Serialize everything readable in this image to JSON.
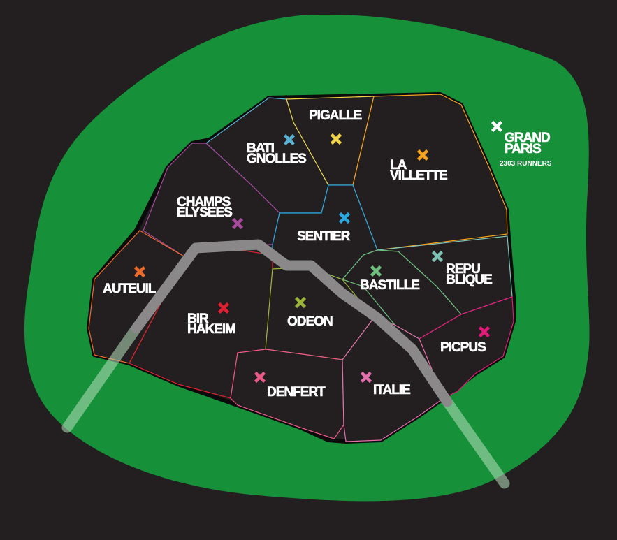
{
  "map": {
    "colors": {
      "background": "#231f20",
      "ring": "#169139",
      "city": "#231f20",
      "road": "#8a8889",
      "road_light": "#b9e0c0",
      "text": "#ffffff"
    },
    "grand_paris": {
      "name_line1": "GRAND",
      "name_line2": "PARIS",
      "runners": "2303 RUNNERS",
      "marker_color": "#ffffff",
      "icon": "x-marker-icon"
    },
    "districts": [
      {
        "id": "batignolles",
        "line1": "BATI",
        "line2": "GNOLLES",
        "color": "#5bb4d6",
        "icon": "x-marker-icon"
      },
      {
        "id": "pigalle",
        "line1": "PIGALLE",
        "line2": "",
        "color": "#f0d44a",
        "icon": "x-marker-icon"
      },
      {
        "id": "la-villette",
        "line1": "LA",
        "line2": "VILLETTE",
        "color": "#f5a21d",
        "icon": "x-marker-icon"
      },
      {
        "id": "champs-elysees",
        "line1": "CHAMPS",
        "line2": "ELYSEES",
        "color": "#a64a9b",
        "icon": "x-marker-icon"
      },
      {
        "id": "sentier",
        "line1": "SENTIER",
        "line2": "",
        "color": "#2aa7df",
        "icon": "x-marker-icon"
      },
      {
        "id": "republique",
        "line1": "REPU",
        "line2": "BLIQUE",
        "color": "#7ec4b5",
        "icon": "x-marker-icon"
      },
      {
        "id": "bastille",
        "line1": "BASTILLE",
        "line2": "",
        "color": "#6fbf7f",
        "icon": "x-marker-icon"
      },
      {
        "id": "auteuil",
        "line1": "AUTEUIL",
        "line2": "",
        "color": "#ee6a2a",
        "icon": "x-marker-icon"
      },
      {
        "id": "bir-hakeim",
        "line1": "BIR",
        "line2": "HAKEIM",
        "color": "#e0202f",
        "icon": "x-marker-icon"
      },
      {
        "id": "odeon",
        "line1": "ODEON",
        "line2": "",
        "color": "#9ab53a",
        "icon": "x-marker-icon"
      },
      {
        "id": "picpus",
        "line1": "PICPUS",
        "line2": "",
        "color": "#e31a7a",
        "icon": "x-marker-icon"
      },
      {
        "id": "denfert",
        "line1": "DENFERT",
        "line2": "",
        "color": "#ea5a86",
        "icon": "x-marker-icon"
      },
      {
        "id": "italie",
        "line1": "ITALIE",
        "line2": "",
        "color": "#e170ac",
        "icon": "x-marker-icon"
      }
    ]
  }
}
